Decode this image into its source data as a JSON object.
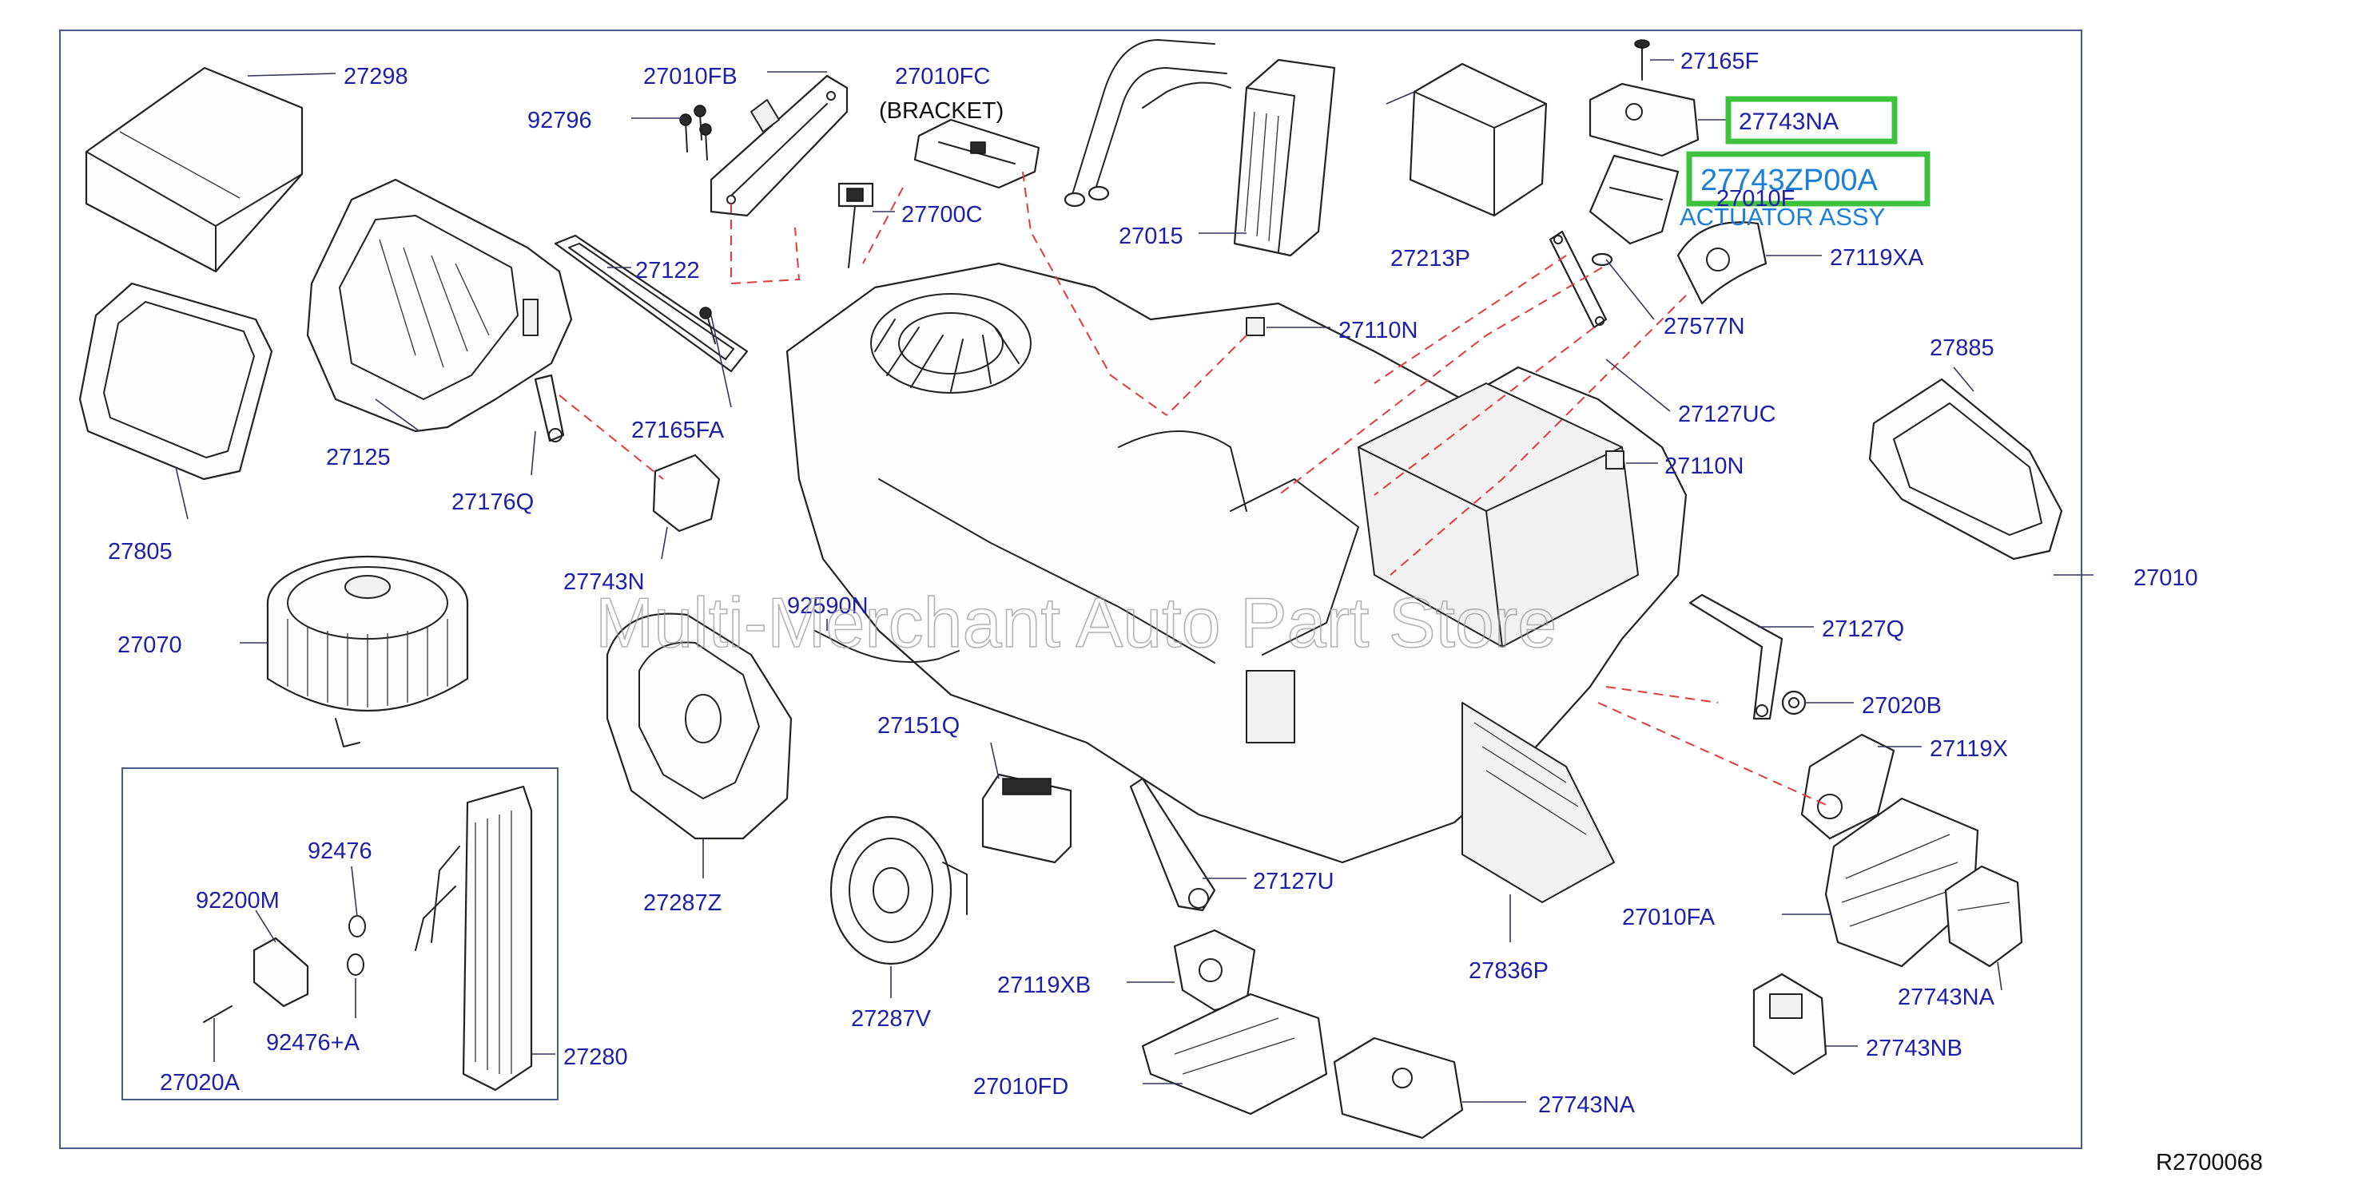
{
  "diagram": {
    "footer_code": "R2700068",
    "watermark": "Multi-Merchant Auto Part Store",
    "highlight_color": "#3ec23e",
    "label_color": "#1c1fa8",
    "note_color": "#1b7fd6",
    "leader_color": "#e23a3a",
    "callouts": {
      "c27298": "27298",
      "c27010FB": "27010FB",
      "c27010FC": "27010FC",
      "bracket": "(BRACKET)",
      "c92796": "92796",
      "c27700C": "27700C",
      "c27015": "27015",
      "c27213P": "27213P",
      "c27165F": "27165F",
      "c27743NA_top": "27743NA",
      "c27743ZP00A": "27743ZP00A",
      "c27010F": "27010F",
      "actuator_assy": "ACTUATOR ASSY",
      "c27119XA": "27119XA",
      "c27577N": "27577N",
      "c27122": "27122",
      "c27110N_a": "27110N",
      "c27885": "27885",
      "c27127UC": "27127UC",
      "c27125": "27125",
      "c27165FA": "27165FA",
      "c27110N_b": "27110N",
      "c27805": "27805",
      "c27176Q": "27176Q",
      "c27010": "27010",
      "c27743N": "27743N",
      "c92590N": "92590N",
      "c27127Q": "27127Q",
      "c27070": "27070",
      "c27020B": "27020B",
      "c27151Q": "27151Q",
      "c27119X": "27119X",
      "c92476_a": "92476",
      "c27127U": "27127U",
      "c27287Z": "27287Z",
      "c27010FA": "27010FA",
      "c92200M": "92200M",
      "c27836P": "27836P",
      "c27119XB": "27119XB",
      "c27743NA_right": "27743NA",
      "c92476A": "92476+A",
      "c27287V": "27287V",
      "c27280": "27280",
      "c27743NB": "27743NB",
      "c27020A": "27020A",
      "c27010FD": "27010FD",
      "c27743NA_bottom": "27743NA"
    }
  }
}
